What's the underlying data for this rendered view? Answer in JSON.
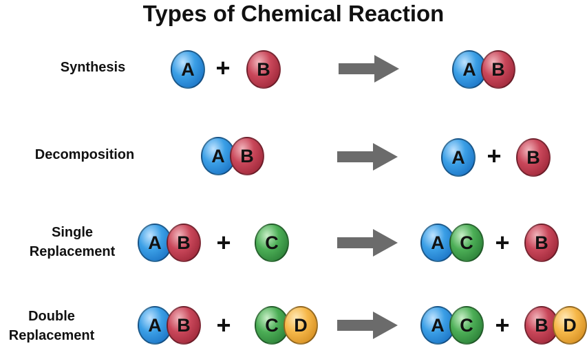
{
  "title": "Types of Chemical Reaction",
  "plus_sign": "+",
  "colors": {
    "A": "#2d8fd8",
    "B": "#bb3a4d",
    "C": "#3f9f4b",
    "D": "#f0ae3e",
    "arrow": "#6b6b6b"
  },
  "reactions": [
    {
      "label": [
        "Synthesis"
      ],
      "reactants": [
        [
          "A"
        ],
        [
          "B"
        ]
      ],
      "products": [
        [
          "A",
          "B"
        ]
      ]
    },
    {
      "label": [
        "Decomposition"
      ],
      "reactants": [
        [
          "A",
          "B"
        ]
      ],
      "products": [
        [
          "A"
        ],
        [
          "B"
        ]
      ]
    },
    {
      "label": [
        "Single",
        "Replacement"
      ],
      "reactants": [
        [
          "A",
          "B"
        ],
        [
          "C"
        ]
      ],
      "products": [
        [
          "A",
          "C"
        ],
        [
          "B"
        ]
      ]
    },
    {
      "label": [
        "Double",
        "Replacement"
      ],
      "reactants": [
        [
          "A",
          "B"
        ],
        [
          "C",
          "D"
        ]
      ],
      "products": [
        [
          "A",
          "C"
        ],
        [
          "B",
          "D"
        ]
      ]
    }
  ]
}
